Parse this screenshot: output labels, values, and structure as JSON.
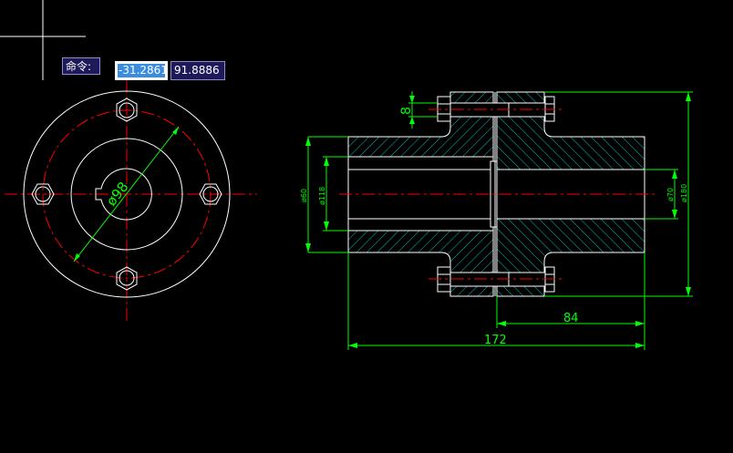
{
  "command": {
    "label": "命令:",
    "coord_x": "-31.2861",
    "coord_y": "91.8886"
  },
  "drawing": {
    "dim_bore_dia": "ø98",
    "dim_bolt_dia": "8",
    "dim_shaft_dia_left": "ø60",
    "dim_bore_left": "ø118",
    "dim_shaft_dia_right": "ø70",
    "dim_outer_dia": "ø180",
    "dim_half_length": "84",
    "dim_total_length": "172"
  },
  "colors": {
    "background": "#000000",
    "geometry": "#ffffff",
    "centerline": "#ff0000",
    "dimension": "#00ff00",
    "hatch": "#00c0c0"
  }
}
